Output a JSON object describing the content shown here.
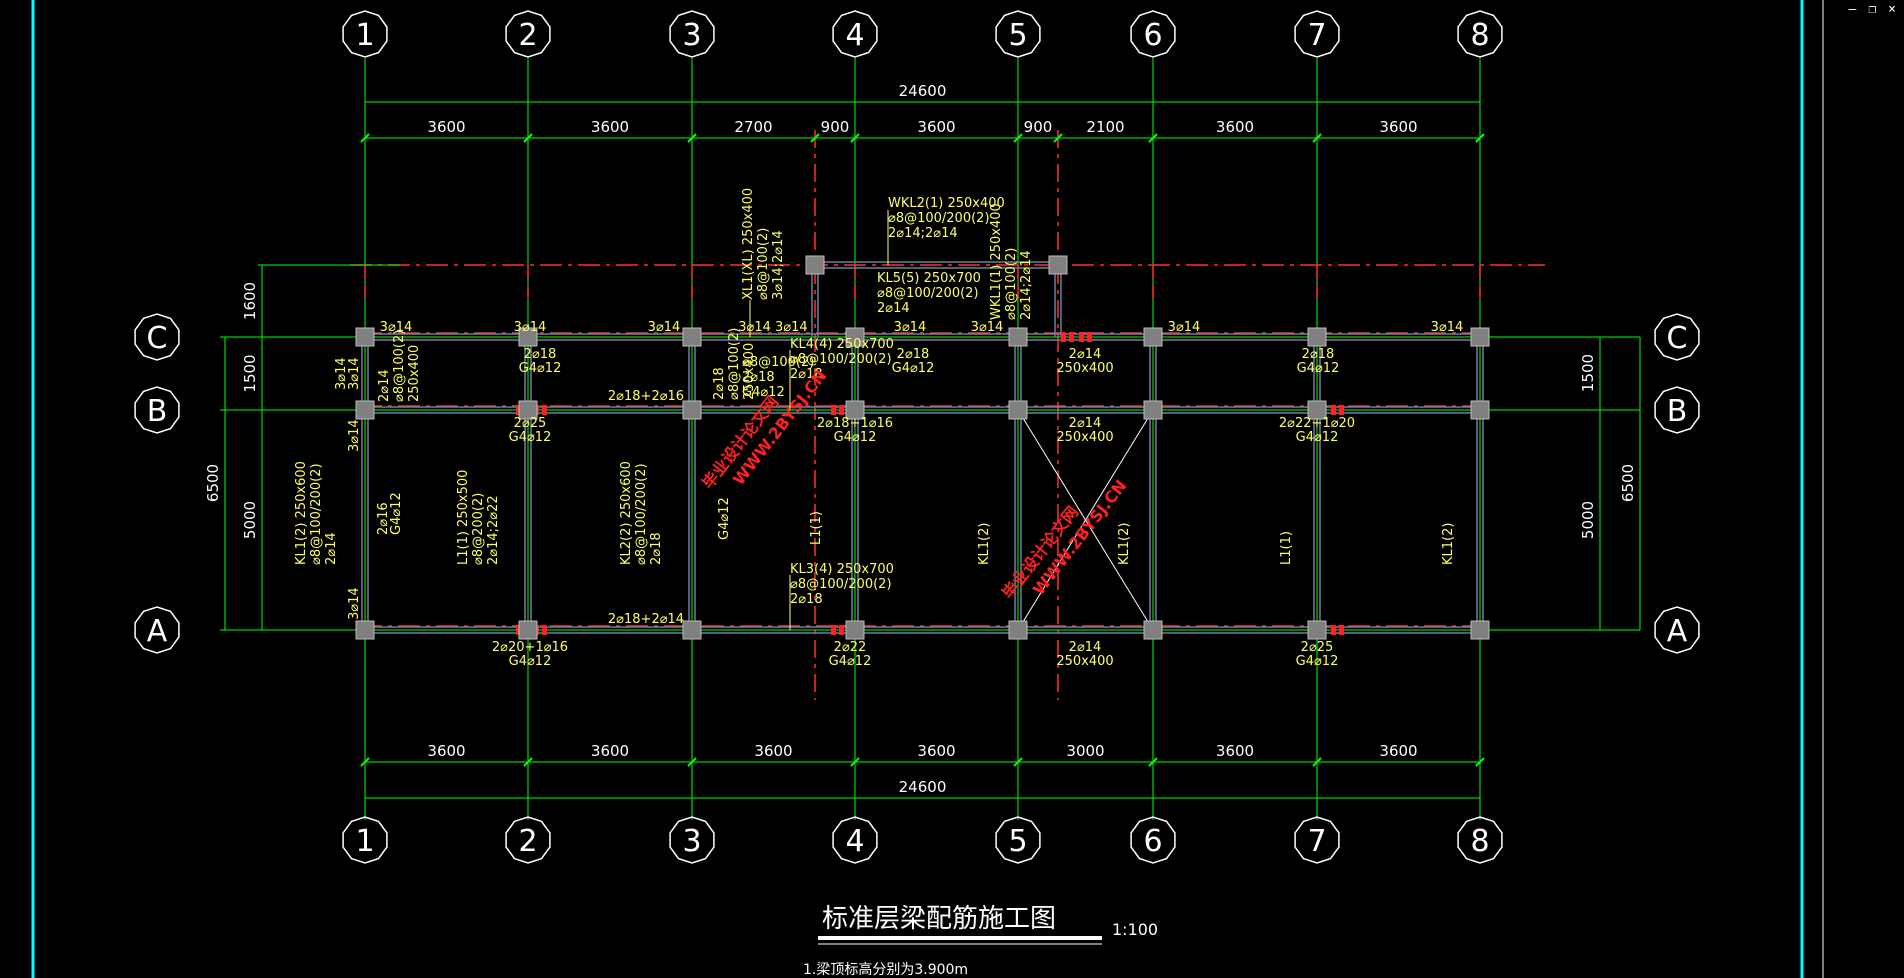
{
  "window": {
    "minimize_glyph": "‒",
    "restore_glyph": "❐",
    "close_glyph": "×"
  },
  "colors": {
    "background": "#000000",
    "axis_line": "#ff3030",
    "dimension": "#00ff00",
    "beam": "#6f7f9f",
    "column": "#808080",
    "annotation": "#ffff66",
    "label": "#ffffff",
    "rebar_mark": "#ff2020",
    "frame": "#00ffff",
    "watermark": "#ff2020"
  },
  "axes": {
    "numbered": [
      "1",
      "2",
      "3",
      "4",
      "5",
      "6",
      "7",
      "8"
    ],
    "lettered": [
      "A",
      "B",
      "C"
    ]
  },
  "dimensions": {
    "top_total": "24600",
    "top_segments": [
      "3600",
      "3600",
      "2700",
      "900",
      "3600",
      "900",
      "2100",
      "3600",
      "3600"
    ],
    "bottom_segments": [
      "3600",
      "3600",
      "3600",
      "3600",
      "3000",
      "3600",
      "3600"
    ],
    "bottom_total": "24600",
    "left_total": "6500",
    "left_segments": [
      "1600",
      "1500",
      "5000"
    ],
    "right_total": "6500",
    "right_segments": [
      "1500",
      "5000"
    ]
  },
  "beam_labels": {
    "wkl2": [
      "WKL2(1) 250x400",
      "⌀8@100/200(2)",
      "2⌀14;2⌀14"
    ],
    "xl1": [
      "XL1(XL) 250x400",
      "⌀8@100(2)",
      "3⌀14;2⌀14"
    ],
    "kl5": [
      "KL5(5) 250x700",
      "⌀8@100/200(2)",
      "2⌀14"
    ],
    "wkl1": [
      "WKL1(1) 250x400",
      "⌀8@100(2)",
      "2⌀14;2⌀14"
    ],
    "kl4": [
      "KL4(4) 250x700",
      "⌀8@100/200(2)",
      "2⌀18"
    ],
    "kl1_left": [
      "KL1(2) 250x600",
      "⌀8@100/200(2)",
      "2⌀14"
    ],
    "l1_left": [
      "L1(1) 250x500",
      "⌀8@200(2)",
      "2⌀14;2⌀22"
    ],
    "kl2": [
      "KL2(2) 250x600",
      "⌀8@100/200(2)",
      "2⌀18"
    ],
    "kl3": [
      "KL3(4) 250x700",
      "⌀8@100/200(2)",
      "2⌀18"
    ],
    "col1_vert": [
      "2⌀14",
      "⌀8@100(2)",
      "250x400"
    ],
    "col3_vert": [
      "2⌀18",
      "⌀8@100(2)",
      "250x400"
    ],
    "kl4_extra": [
      "⌀8@100(2)",
      "2⌀18",
      "G4⌀12"
    ]
  },
  "rebar_texts": {
    "c_row": [
      "3⌀14",
      "3⌀14",
      "3⌀14",
      "3⌀14 3⌀14",
      "3⌀14",
      "3⌀14",
      "3⌀14",
      "3⌀14",
      "3⌀14"
    ],
    "c_row_below_a": [
      "2⌀18",
      "G4⌀12"
    ],
    "c_row_below_b": [
      "2⌀18",
      "G4⌀12"
    ],
    "c_row_below_c": [
      "2⌀14",
      "250x400"
    ],
    "c_row_below_d": [
      "2⌀18",
      "G4⌀12"
    ],
    "b_row_a": [
      "2⌀25",
      "G4⌀12"
    ],
    "b_row_mid": "2⌀18+2⌀16",
    "b_row_b": [
      "2⌀18+1⌀16",
      "G4⌀12"
    ],
    "b_row_c": [
      "2⌀14",
      "250x400"
    ],
    "b_row_d": [
      "2⌀22+1⌀20",
      "G4⌀12"
    ],
    "a_row_mid": "2⌀18+2⌀14",
    "a_row_a": [
      "2⌀20+1⌀16",
      "G4⌀12"
    ],
    "a_row_b": [
      "2⌀22",
      "G4⌀12"
    ],
    "a_row_c": [
      "2⌀14",
      "250x400"
    ],
    "a_row_d": [
      "2⌀25",
      "G4⌀12"
    ],
    "left_top": [
      "3⌀14",
      "3⌀14"
    ],
    "left_mid": "3⌀14",
    "left_bot": "3⌀14",
    "col2_vert": [
      "2⌀16",
      "G4⌀12"
    ],
    "kl1_mid": "KL1(2)",
    "l1_mid": "L1(1)",
    "kl1_right5": "KL1(2)",
    "kl1_right6": "KL1(2)",
    "l1_right": "L1(1)",
    "kl1_right8": "KL1(2)",
    "l1_4": "L1(1)",
    "g4_3": "G4⌀12"
  },
  "watermarks": [
    "毕业设计论文网",
    "WWW.2BYSJ.CN"
  ],
  "title": {
    "main": "标准层梁配筋施工图",
    "scale": "1:100",
    "note": "1.梁顶标高分别为3.900m"
  }
}
